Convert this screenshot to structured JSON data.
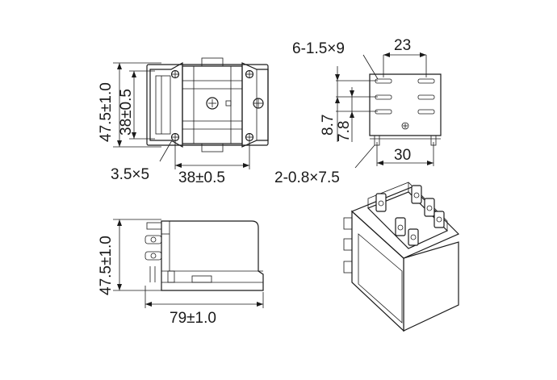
{
  "dimensions": {
    "top_height_total": "47.5±1.0",
    "top_height_inner": "38±0.5",
    "top_hole": "3.5×5",
    "top_width": "38±0.5",
    "pin_spec": "6-1.5×9",
    "pin_pitch": "23",
    "row_pitch_a": "8.7",
    "row_pitch_b": "7.8",
    "base_width": "30",
    "mount_pin_spec": "2-0.8×7.5",
    "side_height": "47.5±1.0",
    "side_length": "79±1.0"
  }
}
